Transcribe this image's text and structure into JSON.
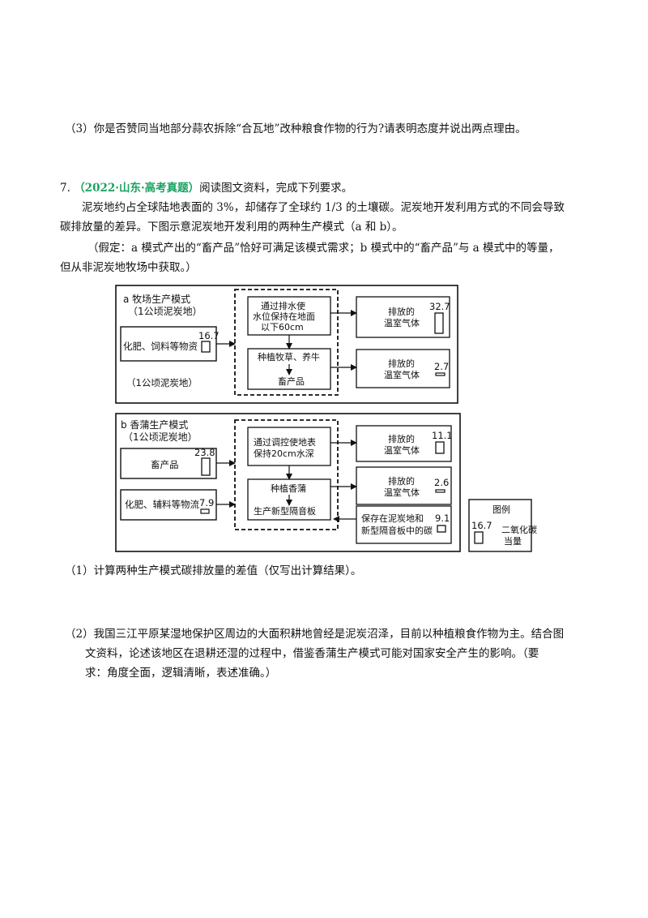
{
  "q3": "（3）你是否赞同当地部分蒜农拆除“合瓦地”改种粮食作物的行为?请表明态度并说出两点理由。",
  "q7": {
    "number": "7.",
    "source": "（2022·山东·高考真题）",
    "instruction": "阅读图文资料，完成下列要求。",
    "para1_line1": "泥炭地约占全球陆地表面的 3%，却储存了全球约 1/3 的土壤碳。泥炭地开发利用方式的不同会导致",
    "para1_line2": "碳排放量的差异。下图示意泥炭地开发利用的两种生产模式（a 和 b）。",
    "para2_line1": "（假定：a 模式产出的“畜产品”恰好可满足该模式需求；b 模式中的“畜产品”与 a 模式中的等量，",
    "para2_line2": "但从非泥炭地牧场中获取。）"
  },
  "diagram": {
    "a": {
      "title": "a 牧场生产模式",
      "subtitle": "（1公顷泥炭地）",
      "input_label": "化肥、饲料等物资",
      "input_value": "16.7",
      "process1_line1": "通过排水使",
      "process1_line2": "水位保持在地面",
      "process1_line3": "以下60cm",
      "process2": "种植牧草、养牛",
      "process3": "畜产品",
      "out1_line1": "排放的",
      "out1_line2": "温室气体",
      "out1_value": "32.7",
      "out2_line1": "排放的",
      "out2_line2": "温室气体",
      "out2_value": "2.7",
      "bottom_note": "（1公顷泥炭地）"
    },
    "b": {
      "title": "b 香蒲生产模式",
      "subtitle": "（1公顷泥炭地）",
      "input1_label": "畜产品",
      "input1_value": "23.8",
      "input2_label": "化肥、辅料等物流",
      "input2_value": "7.9",
      "process1_line1": "通过调控使地表",
      "process1_line2": "保持20cm水深",
      "process2": "种植香蒲",
      "process3": "生产新型隔音板",
      "out1_line1": "排放的",
      "out1_line2": "温室气体",
      "out1_value": "11.1",
      "out2_line1": "排放的",
      "out2_line2": "温室气体",
      "out2_value": "2.6",
      "out3_line1": "保存在泥炭地和",
      "out3_line2": "新型隔音板中的碳",
      "out3_value": "9.1"
    },
    "legend": {
      "title": "图例",
      "value": "16.7",
      "label_line1": "二氧化碳",
      "label_line2": "当量"
    }
  },
  "sub1": "（1）计算两种生产模式碳排放量的差值（仅写出计算结果）。",
  "sub2_line1": "（2）我国三江平原某湿地保护区周边的大面积耕地曾经是泥炭沼泽，目前以种植粮食作物为主。结合图",
  "sub2_line2": "文资料，论述该地区在退耕还湿的过程中，借鉴香蒲生产模式可能对国家安全产生的影响。（要",
  "sub2_line3": "求：角度全面，逻辑清晰，表述准确。）"
}
